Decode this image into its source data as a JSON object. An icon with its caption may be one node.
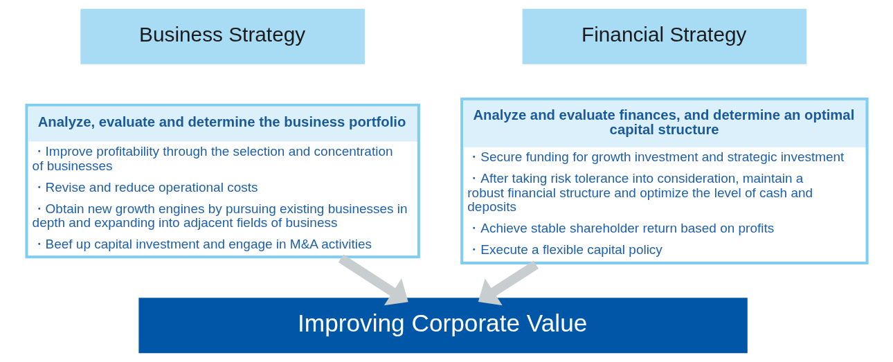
{
  "diagram": {
    "nodes": [
      {
        "text": [
          "Business Strategy"
        ]
      },
      {
        "text": [
          "Analyze, evaluate and determine the business portfolio",
          "・Improve profitability through the selection and concentration of businesses",
          "・Revise and reduce operational costs",
          "・Obtain new growth engines by pursuing existing businesses in depth and expanding into adjacent fields of business",
          "・Beef up capital investment and engage in M&A activities"
        ]
      },
      {
        "text": [
          "Financial Strategy"
        ]
      },
      {
        "text": [
          "Analyze and evaluate finances, and determine an optimal capital structure",
          "・Secure funding for growth investment and strategic investment",
          "・After taking risk tolerance into consideration, maintain a robust financial structure and optimize the level of cash and deposits",
          "・Achieve stable shareholder return based on profits",
          "・Execute a flexible capital policy"
        ]
      },
      {
        "text": [
          "Improving Corporate Value"
        ]
      }
    ],
    "edges": [
      {
        "from": 1,
        "to": 4,
        "arrow": "to"
      },
      {
        "from": 3,
        "to": 4,
        "arrow": "to"
      }
    ]
  }
}
